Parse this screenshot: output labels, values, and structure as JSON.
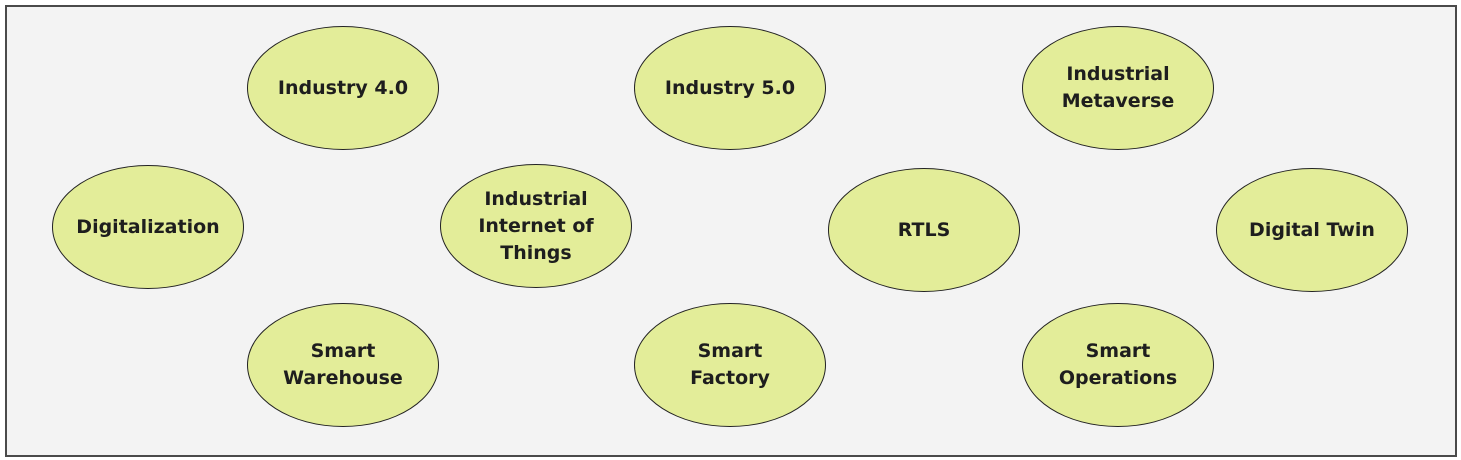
{
  "colors": {
    "node_fill": "#e3ed99",
    "node_border": "#222222",
    "canvas_background": "#f3f3f3",
    "frame_border": "#4a4a4a"
  },
  "nodes": [
    {
      "id": "industry-4",
      "label": "Industry 4.0"
    },
    {
      "id": "industry-5",
      "label": "Industry 5.0"
    },
    {
      "id": "metaverse",
      "label": "Industrial\nMetaverse"
    },
    {
      "id": "digital",
      "label": "Digitalization"
    },
    {
      "id": "iiot",
      "label": "Industrial\nInternet of\nThings"
    },
    {
      "id": "rtls",
      "label": "RTLS"
    },
    {
      "id": "twin",
      "label": "Digital Twin"
    },
    {
      "id": "warehouse",
      "label": "Smart\nWarehouse"
    },
    {
      "id": "factory",
      "label": "Smart\nFactory"
    },
    {
      "id": "operations",
      "label": "Smart\nOperations"
    }
  ]
}
